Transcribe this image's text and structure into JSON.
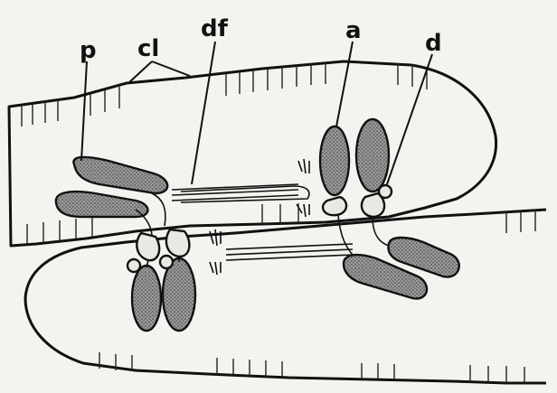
{
  "labels": {
    "p": "p",
    "cl": "cl",
    "df": "df",
    "a": "a",
    "d": "d"
  },
  "colors": {
    "background": "#f4f3ef",
    "outline": "#111111",
    "organ_fill": "#8c8c8c",
    "gland_fill": "#e9e8e2"
  }
}
